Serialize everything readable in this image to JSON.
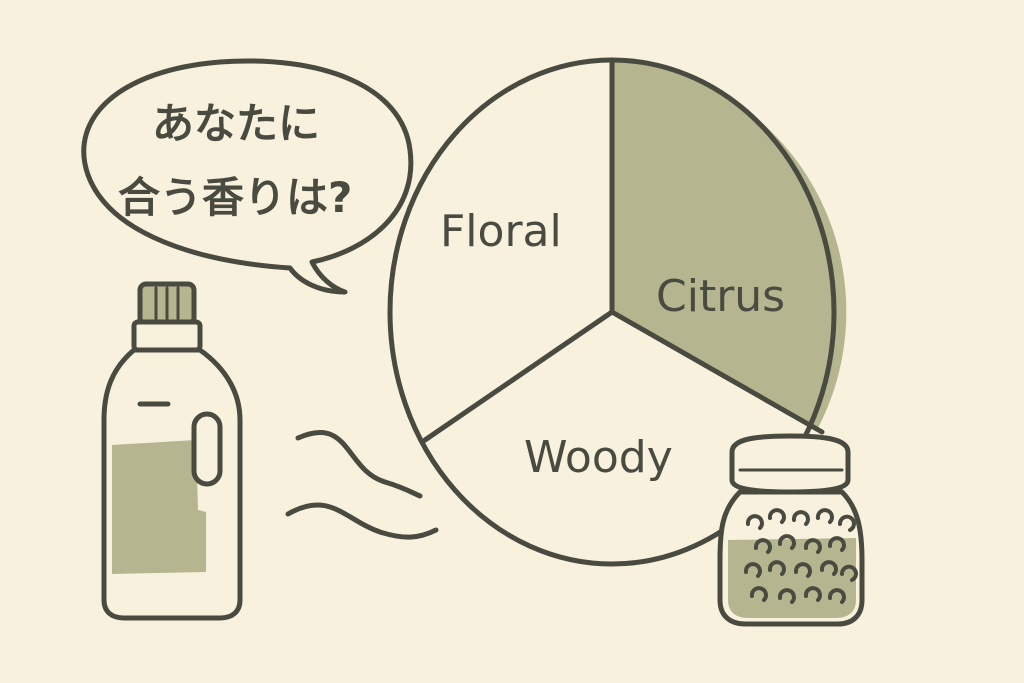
{
  "speech_bubble": {
    "line1": "あなたに",
    "line2": "合う香りは?"
  },
  "scent_wheel": {
    "segments": [
      {
        "label": "Floral",
        "highlighted": false
      },
      {
        "label": "Citrus",
        "highlighted": true
      },
      {
        "label": "Woody",
        "highlighted": false
      }
    ]
  },
  "colors": {
    "background": "#f8f1de",
    "ink": "#4a4b40",
    "accent_fill": "#b5b68f",
    "paper": "#f8f1de"
  }
}
